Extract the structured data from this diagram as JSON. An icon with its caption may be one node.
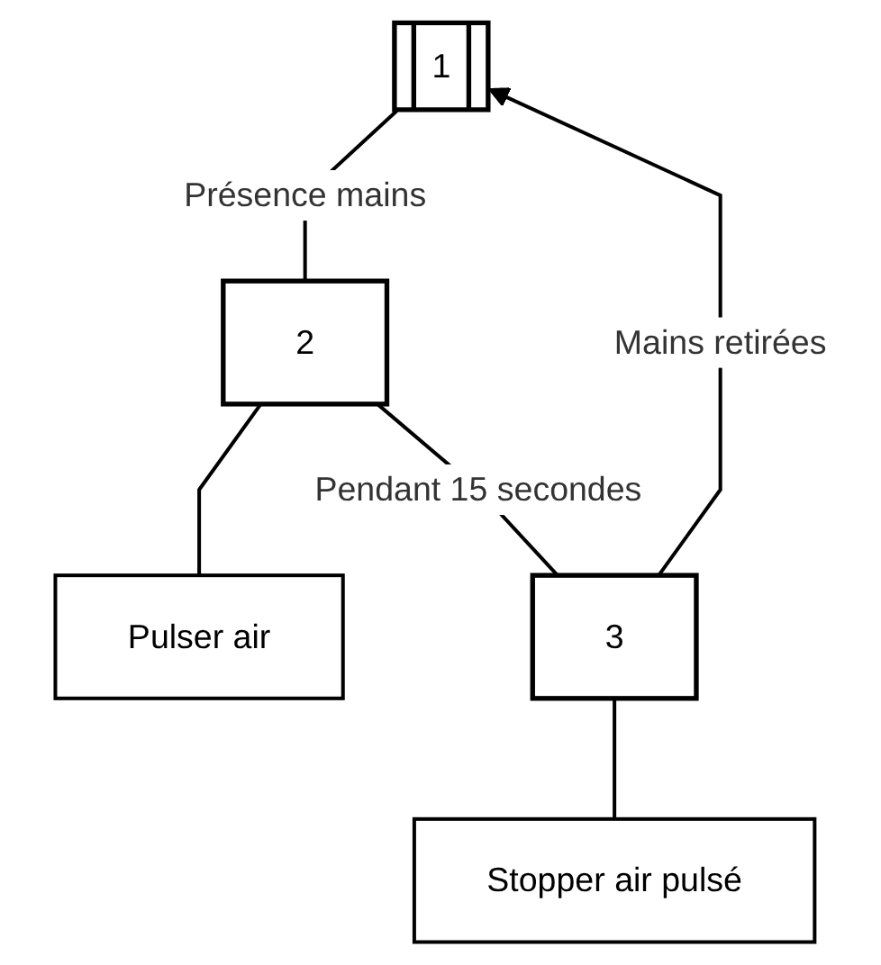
{
  "diagram": {
    "nodes": [
      {
        "text": [
          "1"
        ]
      },
      {
        "text": [
          "2"
        ]
      },
      {
        "text": [
          "Pulser air"
        ]
      },
      {
        "text": [
          "3"
        ]
      },
      {
        "text": [
          "Stopper air pulsé"
        ]
      }
    ],
    "edges": [
      {
        "from": 0,
        "to": 1,
        "arrow": "none",
        "label": "Présence mains"
      },
      {
        "from": 1,
        "to": 2,
        "arrow": "none"
      },
      {
        "from": 1,
        "to": 3,
        "arrow": "none",
        "label": "Pendant 15 secondes"
      },
      {
        "from": 3,
        "to": 4,
        "arrow": "none"
      },
      {
        "from": 3,
        "to": 0,
        "arrow": "to",
        "label": "Mains retirées"
      }
    ]
  }
}
